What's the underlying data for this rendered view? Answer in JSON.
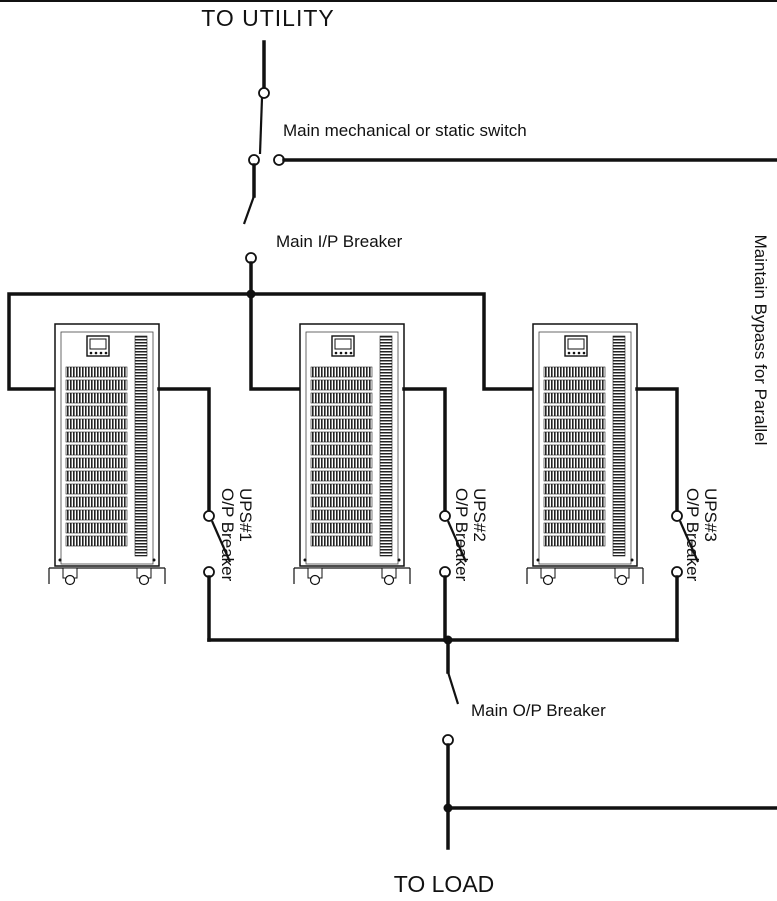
{
  "labels": {
    "top": "TO UTILITY",
    "bottom": "TO LOAD",
    "main_switch": "Main mechanical or static switch",
    "main_ip_breaker": "Main I/P Breaker",
    "main_op_breaker": "Main O/P Breaker",
    "bypass": "Maintain Bypass for Parallel"
  },
  "units": [
    {
      "id": "UPS#1",
      "breaker": "O/P Breaker"
    },
    {
      "id": "UPS#2",
      "breaker": "O/P Breaker"
    },
    {
      "id": "UPS#3",
      "breaker": "O/P Breaker"
    }
  ],
  "colors": {
    "line": "#111111",
    "background": "#ffffff"
  }
}
